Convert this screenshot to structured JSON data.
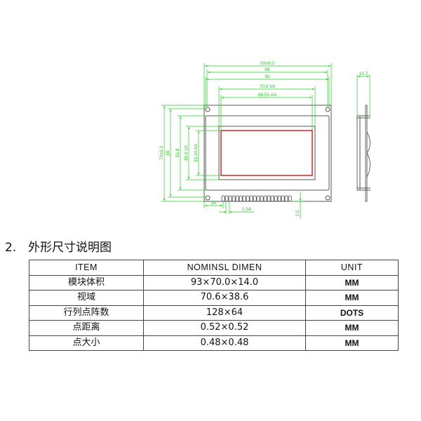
{
  "drawing": {
    "front_view": {
      "width_dims": [
        {
          "label": "93±0.3"
        },
        {
          "label": "88"
        },
        {
          "label": "90"
        },
        {
          "label": "70.6  VA"
        },
        {
          "label": "66.52  AA"
        }
      ],
      "height_dims": [
        {
          "label": "70±0.3"
        },
        {
          "label": "65"
        },
        {
          "label": "53.8"
        },
        {
          "label": "38.6  VA"
        },
        {
          "label": "33.24  AA"
        }
      ],
      "bottom_dims": [
        {
          "label": "14"
        },
        {
          "label": "2.54"
        },
        {
          "label": "2.5"
        }
      ],
      "pin_count": 20
    },
    "side_view": {
      "thickness_label": "10.7"
    },
    "colors": {
      "dimension_line": "#22cc22",
      "outline": "#555555",
      "active_area": "#dd1111"
    }
  },
  "section": {
    "number": "2.",
    "title": "外形尺寸说明图"
  },
  "table": {
    "headers": [
      "ITEM",
      "NOMINSL DIMEN",
      "UNIT"
    ],
    "rows": [
      {
        "item": "模块体积",
        "dimen": "93×70.0×14.0",
        "unit": "MM"
      },
      {
        "item": "视域",
        "dimen": "70.6×38.6",
        "unit": "MM"
      },
      {
        "item": "行列点阵数",
        "dimen": "128×64",
        "unit": "DOTS"
      },
      {
        "item": "点距离",
        "dimen": "0.52×0.52",
        "unit": "MM"
      },
      {
        "item": "点大小",
        "dimen": "0.48×0.48",
        "unit": "MM"
      }
    ]
  }
}
